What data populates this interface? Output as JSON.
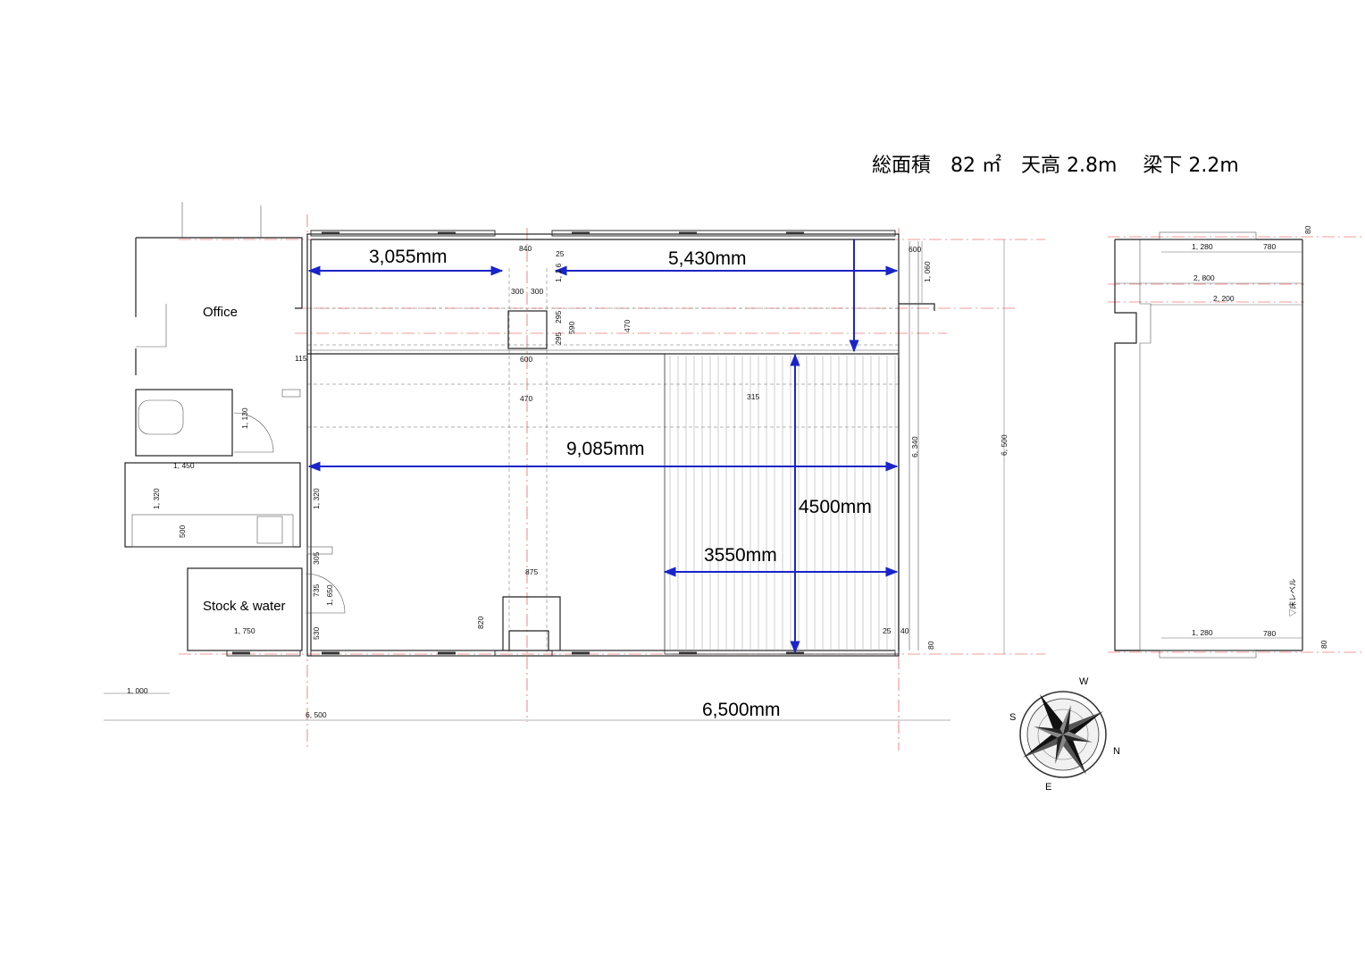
{
  "header": {
    "text": "総面積　82 ㎡　天高 2.8m　 梁下 2.2m"
  },
  "rooms": {
    "office": "Office",
    "stock": "Stock & water"
  },
  "main_dimensions": {
    "top_left": "3,055mm",
    "top_right": "5,430mm",
    "middle": "9,085mm",
    "vertical": "4500mm",
    "floor_width": "3550mm",
    "bottom": "6,500mm"
  },
  "small_dimensions": {
    "d840": "840",
    "d25": "25",
    "d1146": "1, 1 6",
    "d300a": "300",
    "d300b": "300",
    "d295a": "295",
    "d295b": "295",
    "d590": "590",
    "d470v": "470",
    "d115": "115",
    "d600a": "600",
    "d470h": "470",
    "d315": "315",
    "d600b": "600",
    "d1060": "1, 060",
    "d6340": "6, 340",
    "d6500v": "6, 500",
    "d1130": "1, 130",
    "d1450": "1, 450",
    "d1320a": "1, 320",
    "d1320b": "1, 320",
    "d500": "500",
    "d305": "305",
    "d735": "735",
    "d1650": "1, 650",
    "d530": "530",
    "d1750": "1, 750",
    "d875": "875",
    "d820": "820",
    "d25b": "25",
    "d40": "40",
    "d80a": "80",
    "d1000": "1, 000",
    "d6500h": "6, 500"
  },
  "section": {
    "d80top": "80",
    "d1280top": "1, 280",
    "d780top": "780",
    "d2800": "2, 800",
    "d2200": "2, 200",
    "floor_level": "▽床レベル",
    "d1280bot": "1, 280",
    "d780bot": "780",
    "d80bot": "80"
  },
  "compass": {
    "w": "W",
    "s": "S",
    "n": "N",
    "e": "E"
  },
  "colors": {
    "arrow": "#1a24c8",
    "gridline": "#e53935",
    "wall": "#222222"
  }
}
